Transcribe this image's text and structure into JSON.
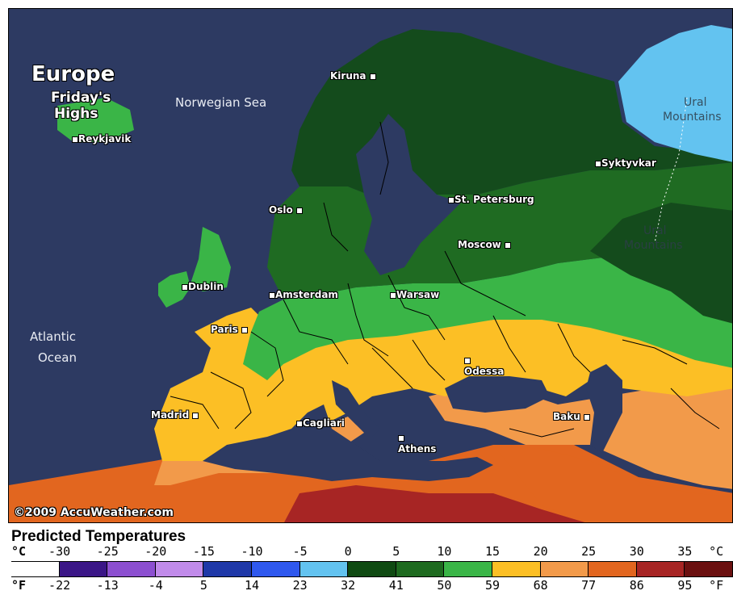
{
  "map": {
    "title": "Europe",
    "subtitle_line1": "Friday's",
    "subtitle_line2": "Highs",
    "copyright": "©2009 AccuWeather.com",
    "cities": [
      {
        "name": "Reykjavik",
        "dot": "before"
      },
      {
        "name": "Kiruna",
        "dot": "after"
      },
      {
        "name": "Syktyvkar",
        "dot": "before"
      },
      {
        "name": "Oslo",
        "dot": "after"
      },
      {
        "name": "St. Petersburg",
        "dot": "before"
      },
      {
        "name": "Moscow",
        "dot": "after"
      },
      {
        "name": "Dublin",
        "dot": "before"
      },
      {
        "name": "Amsterdam",
        "dot": "before"
      },
      {
        "name": "Warsaw",
        "dot": "before"
      },
      {
        "name": "Paris",
        "dot": "after"
      },
      {
        "name": "Odessa",
        "dot": "above"
      },
      {
        "name": "Madrid",
        "dot": "after"
      },
      {
        "name": "Cagliari",
        "dot": "before"
      },
      {
        "name": "Baku",
        "dot": "after"
      },
      {
        "name": "Athens",
        "dot": "above"
      }
    ],
    "seas": {
      "norwegian_sea": "Norwegian Sea",
      "atlantic_line1": "Atlantic",
      "atlantic_line2": "Ocean"
    },
    "mountains": {
      "upper_line1": "Ural",
      "upper_line2": "Mountains",
      "lower_line1": "Ural",
      "lower_line2": "Mountains"
    }
  },
  "legend": {
    "title": "Predicted Temperatures",
    "celsius_unit": "°C",
    "fahrenheit_unit": "°F",
    "celsius_ticks": [
      "-30",
      "-25",
      "-20",
      "-15",
      "-10",
      "-5",
      "0",
      "5",
      "10",
      "15",
      "20",
      "25",
      "30",
      "35",
      "°C"
    ],
    "fahrenheit_ticks": [
      "-22",
      "-13",
      "-4",
      "5",
      "14",
      "23",
      "32",
      "41",
      "50",
      "59",
      "68",
      "77",
      "86",
      "95",
      "°F"
    ],
    "colors": [
      "#ffffff",
      "#3b1687",
      "#8c4fd0",
      "#c18bea",
      "#1f38a8",
      "#2f58ee",
      "#63c3f0",
      "#0f4a12",
      "#1e6a1f",
      "#3ab547",
      "#fcbf25",
      "#f29a4a",
      "#e2661f",
      "#a72524",
      "#6b1010"
    ]
  },
  "colors": {
    "sea": "#2d3a62",
    "zone_tundra": "#63c3f0",
    "zone_dark_green": "#144b1c",
    "zone_forest_green": "#1f6b22",
    "zone_light_green": "#3ab547",
    "zone_yellow": "#fcbf25",
    "zone_light_orange": "#f29a4a",
    "zone_orange": "#e2661f",
    "zone_red": "#a72524",
    "borders": "#000000"
  }
}
